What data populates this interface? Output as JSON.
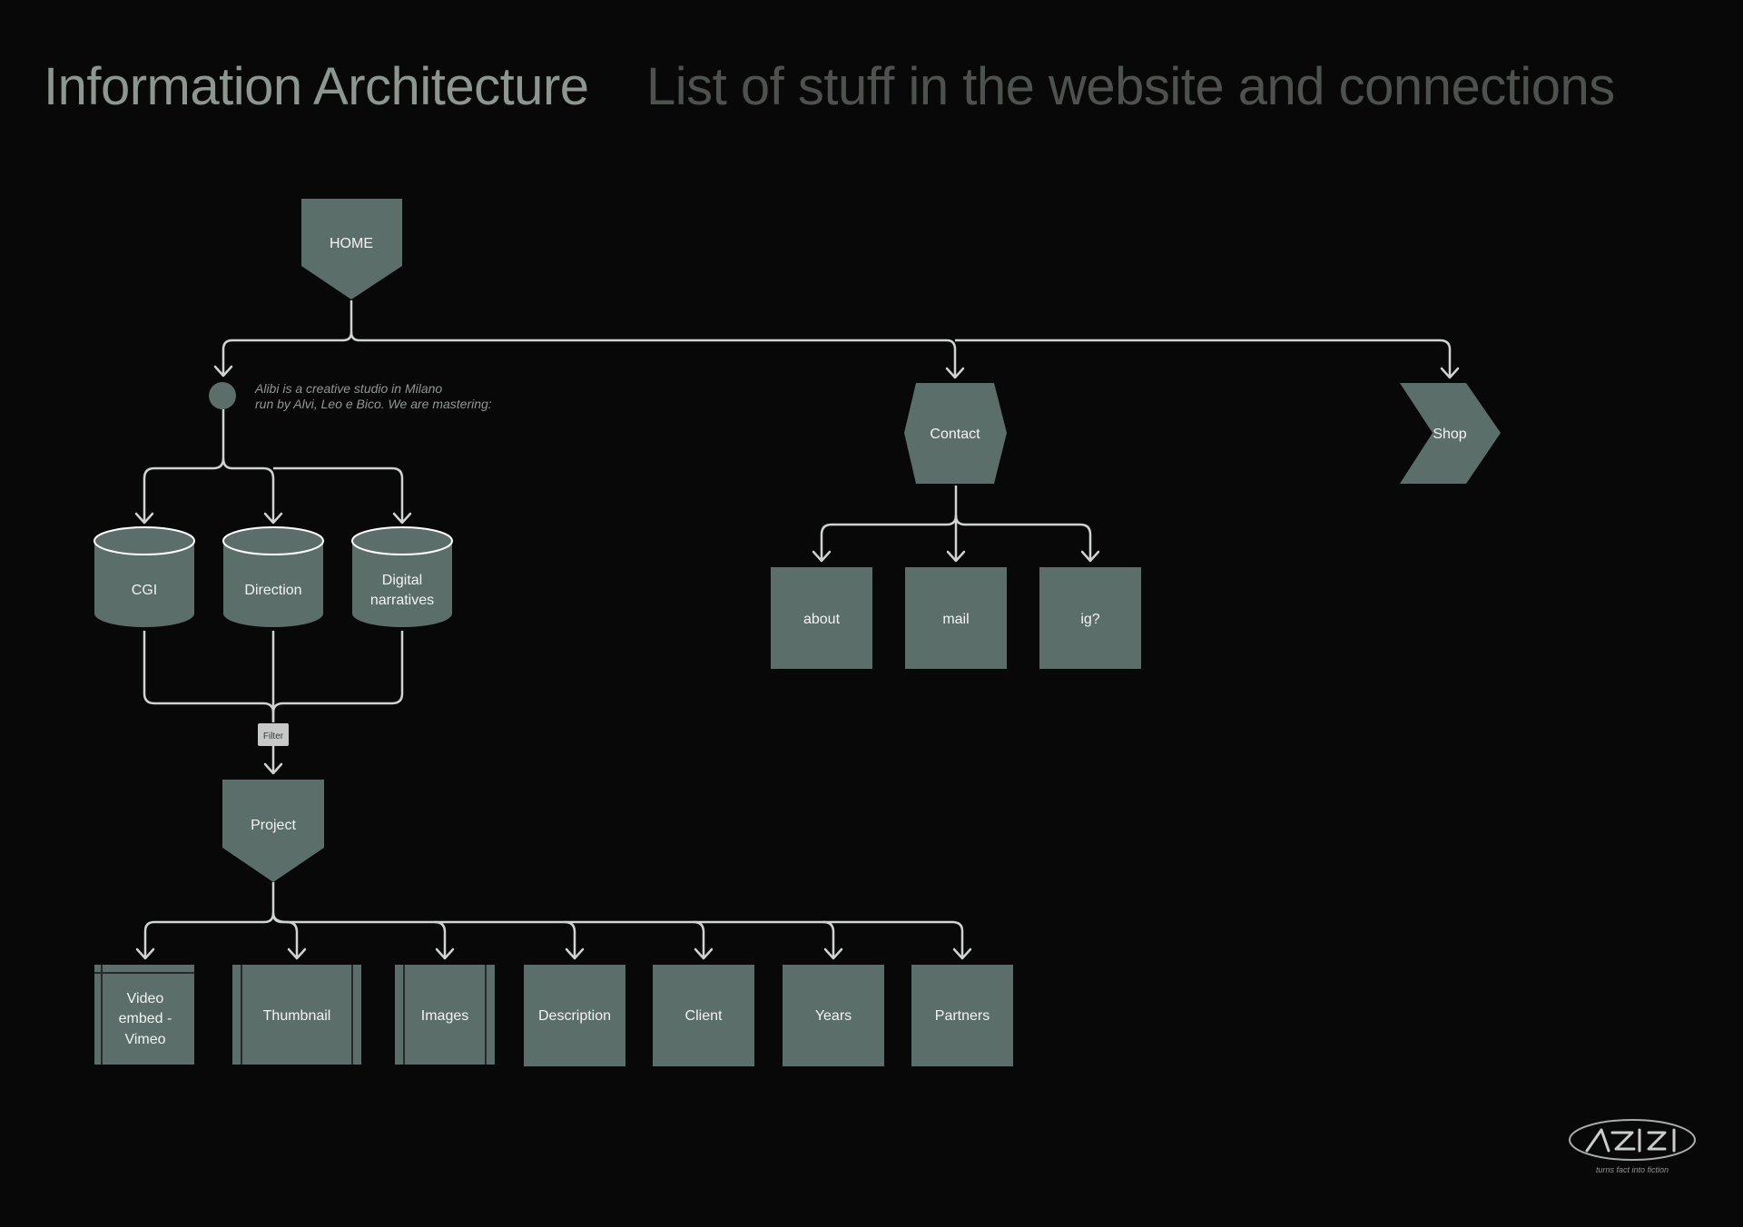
{
  "header": {
    "title": "Information Architecture",
    "subtitle": "List of stuff in the website and connections"
  },
  "colors": {
    "background": "#080808",
    "node_fill": "#5b6e69",
    "edge": "#cfd3d1",
    "title": "#8d9690",
    "subtitle": "#4d524f"
  },
  "nodes": {
    "home": "HOME",
    "contact": "Contact",
    "shop": "Shop",
    "cgi": "CGI",
    "direction": "Direction",
    "digital_1": "Digital",
    "digital_2": "narratives",
    "about": "about",
    "mail": "mail",
    "ig": "ig?",
    "filter": "Filter",
    "project": "Project",
    "video_1": "Video",
    "video_2": "embed -",
    "video_3": "Vimeo",
    "thumbnail": "Thumbnail",
    "images": "Images",
    "description": "Description",
    "client": "Client",
    "years": "Years",
    "partners": "Partners"
  },
  "note": {
    "line1": "Alibi is a creative studio in Milano",
    "line2": "run by Alvi, Leo e Bico. We are mastering:"
  },
  "logo": {
    "tagline": "turns fact into fiction"
  }
}
